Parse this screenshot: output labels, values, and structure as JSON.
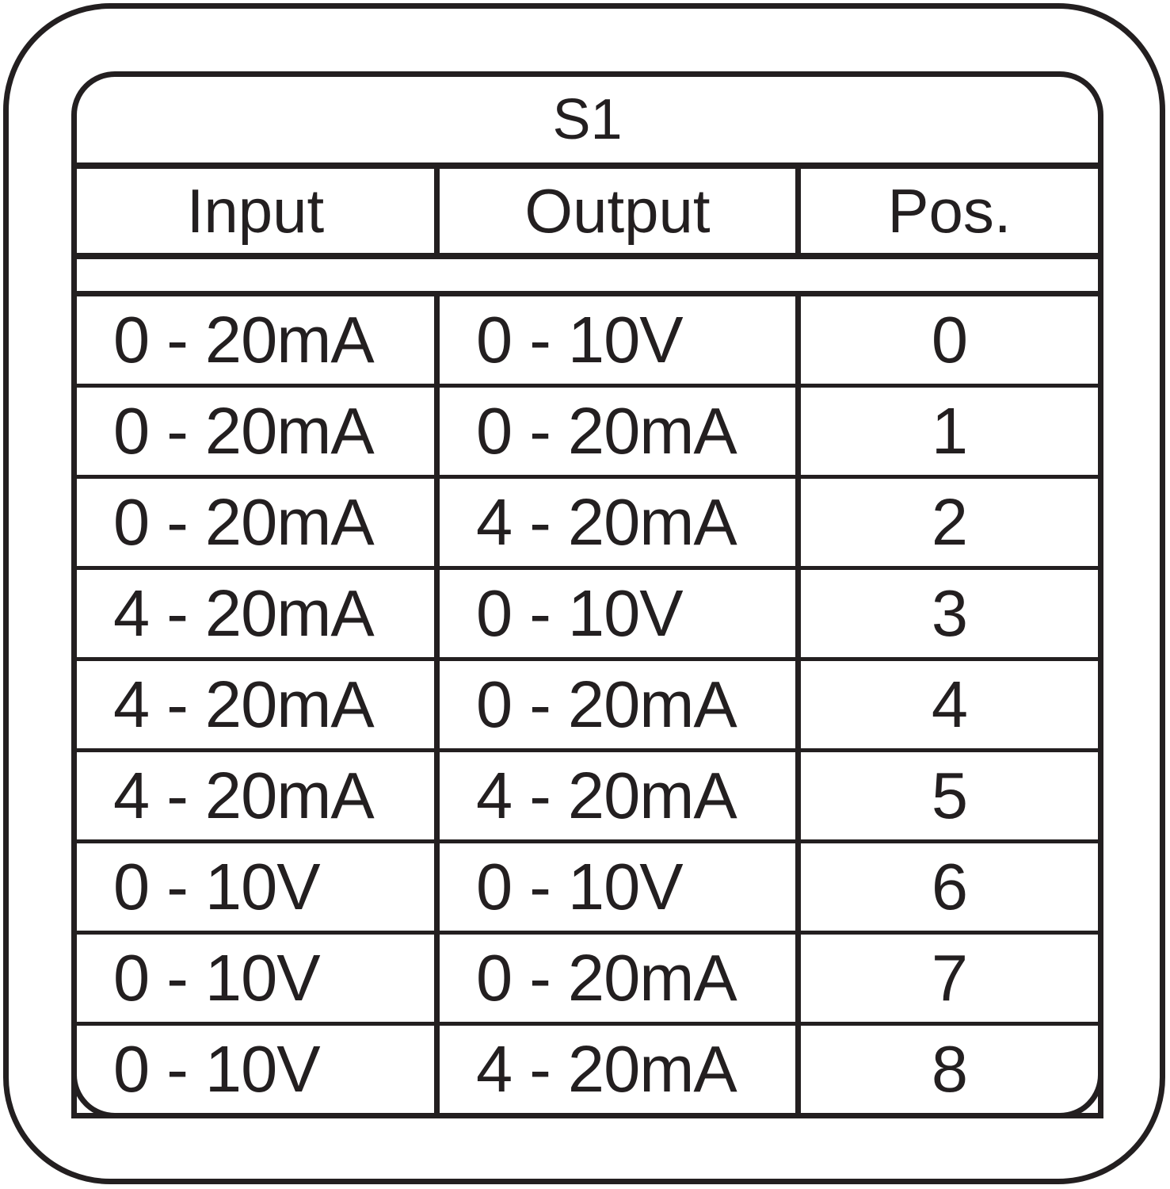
{
  "meta": {
    "ink_color": "#231f20",
    "background_color": "#ffffff"
  },
  "chart_data": {
    "type": "table",
    "title": "S1",
    "columns": [
      "Input",
      "Output",
      "Pos."
    ],
    "rows": [
      [
        "0 - 20mA",
        "0 - 10V",
        "0"
      ],
      [
        "0 - 20mA",
        "0 - 20mA",
        "1"
      ],
      [
        "0 - 20mA",
        "4 - 20mA",
        "2"
      ],
      [
        "4 - 20mA",
        "0 - 10V",
        "3"
      ],
      [
        "4 - 20mA",
        "0 - 20mA",
        "4"
      ],
      [
        "4 - 20mA",
        "4 - 20mA",
        "5"
      ],
      [
        "0 - 10V",
        "0 - 10V",
        "6"
      ],
      [
        "0 - 10V",
        "0 - 20mA",
        "7"
      ],
      [
        "0 - 10V",
        "4 - 20mA",
        "8"
      ]
    ],
    "layout": {
      "outer_frame": "rounded-rectangle",
      "inner_frame": "rounded-rectangle",
      "grid": "on",
      "pos_column_alignment": "center",
      "input_output_alignment": "left"
    }
  }
}
